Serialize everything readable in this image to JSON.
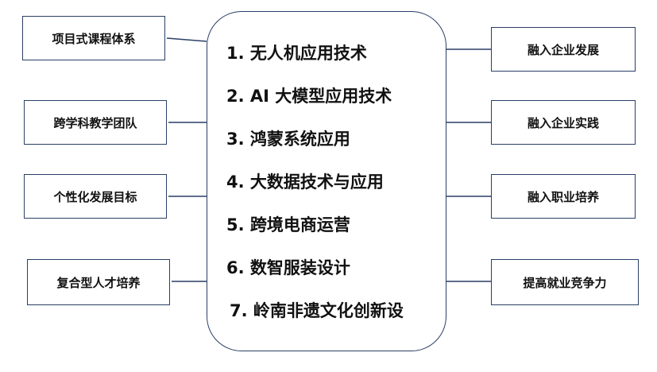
{
  "left_boxes": [
    {
      "label": "项目式课程体系"
    },
    {
      "label": "跨学科教学团队"
    },
    {
      "label": "个性化发展目标"
    },
    {
      "label": "复合型人才培养"
    }
  ],
  "center_items": [
    {
      "label": "1. 无人机应用技术"
    },
    {
      "label": "2. AI 大模型应用技术"
    },
    {
      "label": "3. 鸿蒙系统应用"
    },
    {
      "label": "4. 大数据技术与应用"
    },
    {
      "label": "5. 跨境电商运营"
    },
    {
      "label": "6. 数智服装设计"
    },
    {
      "label": "7. 岭南非遗文化创新设"
    }
  ],
  "right_boxes": [
    {
      "label": "融入企业发展"
    },
    {
      "label": "融入企业实践"
    },
    {
      "label": "融入职业培养"
    },
    {
      "label": "提高就业竞争力"
    }
  ],
  "colors": {
    "border": "#2b3f66",
    "connector": "#2b3f66",
    "text": "#111111"
  }
}
